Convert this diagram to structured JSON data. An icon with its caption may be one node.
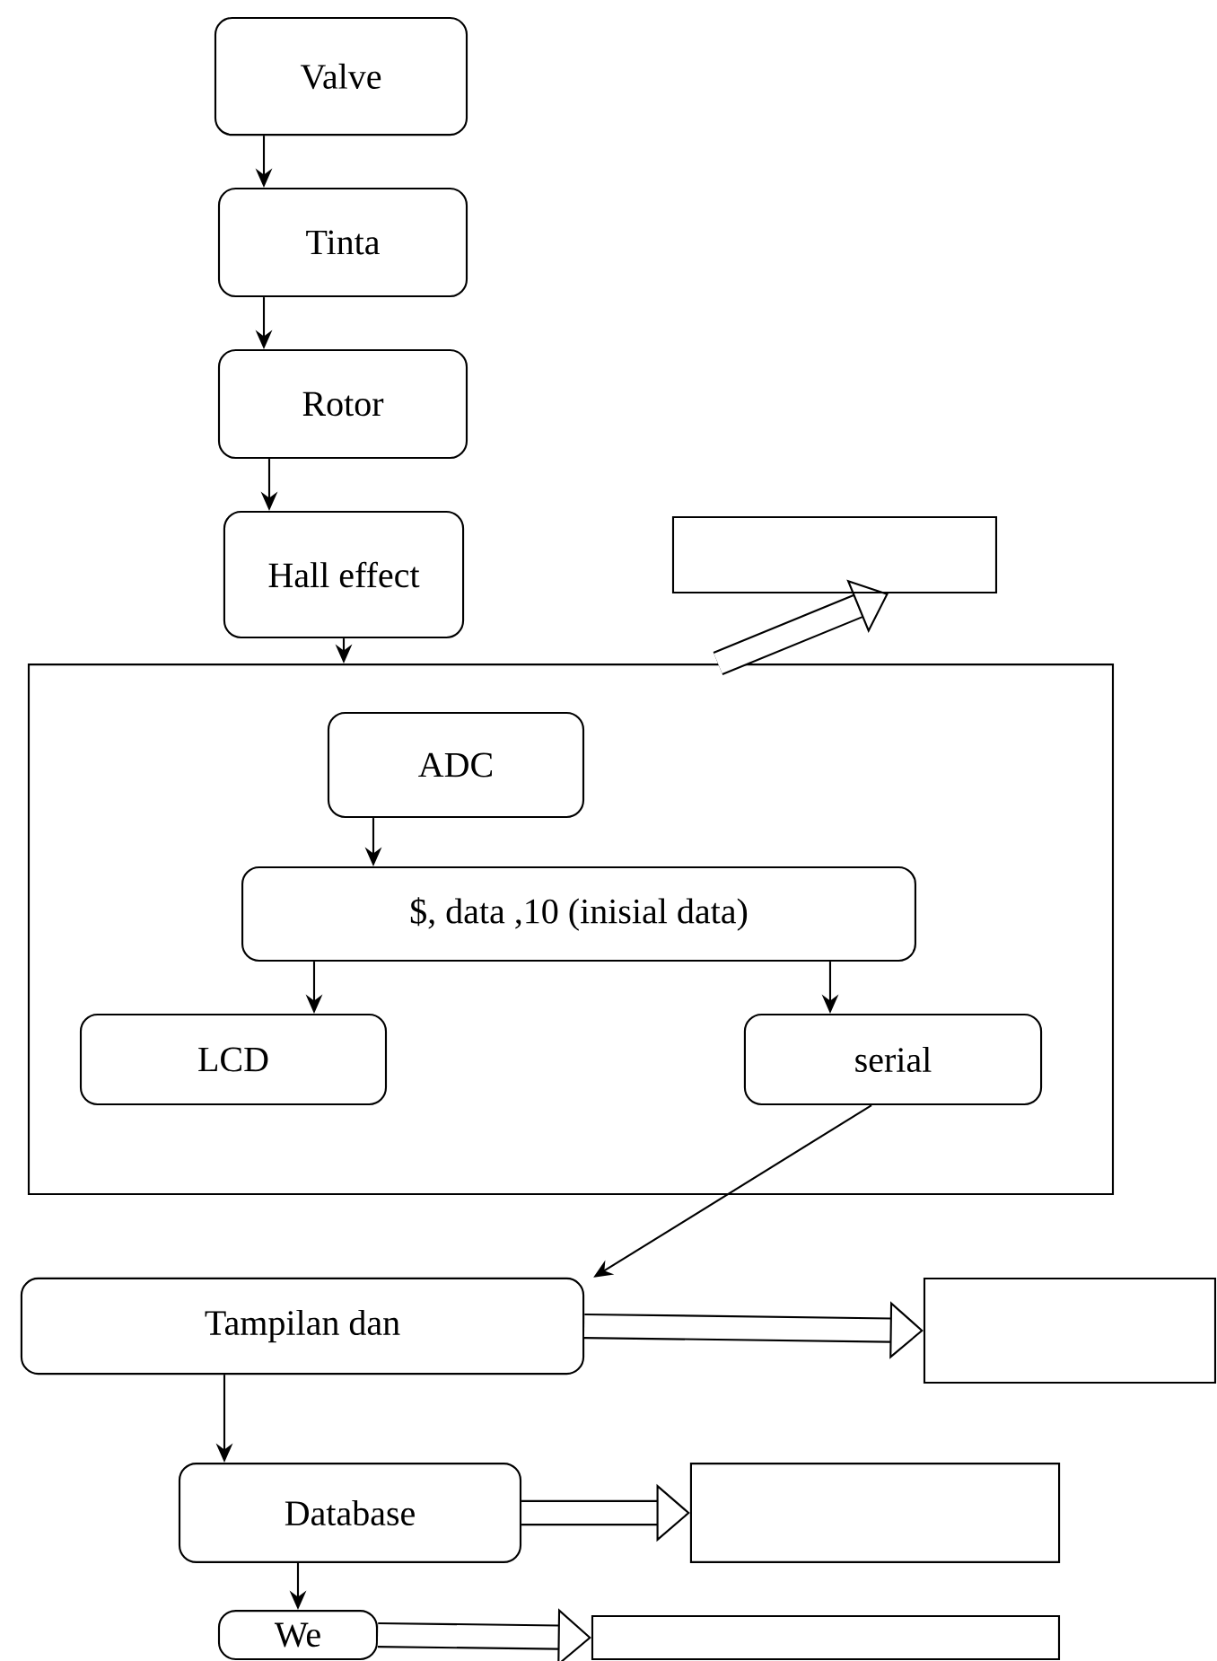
{
  "diagram": {
    "nodes": [
      {
        "text": [
          "Valve"
        ]
      },
      {
        "text": [
          "Tinta"
        ]
      },
      {
        "text": [
          "Rotor"
        ]
      },
      {
        "text": [],
        "shape": "box"
      },
      {
        "text": [
          "Hall effect"
        ]
      },
      {
        "text": [],
        "shape": "box"
      },
      {
        "text": [
          "ADC"
        ],
        "in": 5
      },
      {
        "text": [
          "$, data ,10 (inisial data)"
        ],
        "in": 5
      },
      {
        "text": [
          "LCD"
        ],
        "in": 5
      },
      {
        "text": [
          "serial"
        ],
        "in": 5
      },
      {
        "text": [
          "Tampilan dan"
        ]
      },
      {
        "text": [],
        "shape": "box"
      },
      {
        "text": [
          "Database"
        ]
      },
      {
        "text": [],
        "shape": "box"
      },
      {
        "text": [
          "We"
        ]
      },
      {
        "text": [],
        "shape": "box"
      }
    ],
    "edges": [
      {
        "from": 0,
        "to": 1,
        "arrow": "to"
      },
      {
        "from": 1,
        "to": 2,
        "arrow": "to"
      },
      {
        "from": 2,
        "to": 4,
        "arrow": "to"
      },
      {
        "from": 4,
        "to": 5,
        "arrow": "to"
      },
      {
        "from": 5,
        "to": 3,
        "arrow": "to",
        "style": "thick"
      },
      {
        "from": 6,
        "to": 7,
        "arrow": "to"
      },
      {
        "from": 7,
        "to": 8,
        "arrow": "to"
      },
      {
        "from": 7,
        "to": 9,
        "arrow": "to"
      },
      {
        "from": 9,
        "to": 10,
        "arrow": "to"
      },
      {
        "from": 10,
        "to": 11,
        "arrow": "to",
        "style": "thick"
      },
      {
        "from": 10,
        "to": 12,
        "arrow": "to"
      },
      {
        "from": 12,
        "to": 13,
        "arrow": "to",
        "style": "thick"
      },
      {
        "from": 12,
        "to": 14,
        "arrow": "to"
      },
      {
        "from": 14,
        "to": 15,
        "arrow": "to",
        "style": "thick"
      }
    ]
  }
}
